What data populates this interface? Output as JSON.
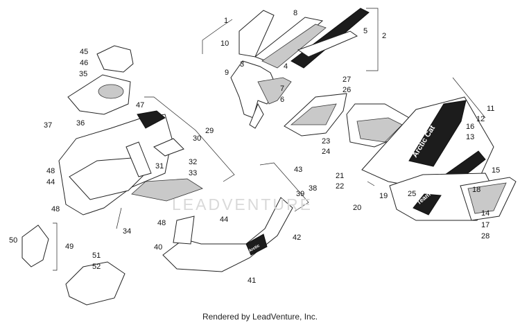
{
  "callouts": [
    "1",
    "2",
    "3",
    "4",
    "5",
    "6",
    "7",
    "8",
    "9",
    "10",
    "11",
    "12",
    "13",
    "14",
    "15",
    "16",
    "17",
    "18",
    "19",
    "20",
    "21",
    "22",
    "23",
    "24",
    "25",
    "26",
    "27",
    "28",
    "29",
    "30",
    "31",
    "32",
    "33",
    "34",
    "35",
    "36",
    "37",
    "38",
    "39",
    "40",
    "41",
    "42",
    "43",
    "44",
    "44",
    "45",
    "46",
    "47",
    "48",
    "48",
    "48",
    "49",
    "50",
    "51",
    "52"
  ],
  "decals": {
    "arctic_cat_side": "Arctic Cat",
    "team_arctic": "Team Arctic",
    "bottom_logo": "Arctic"
  },
  "watermark": "LEADVENTURE",
  "footer": "Rendered by LeadVenture, Inc."
}
